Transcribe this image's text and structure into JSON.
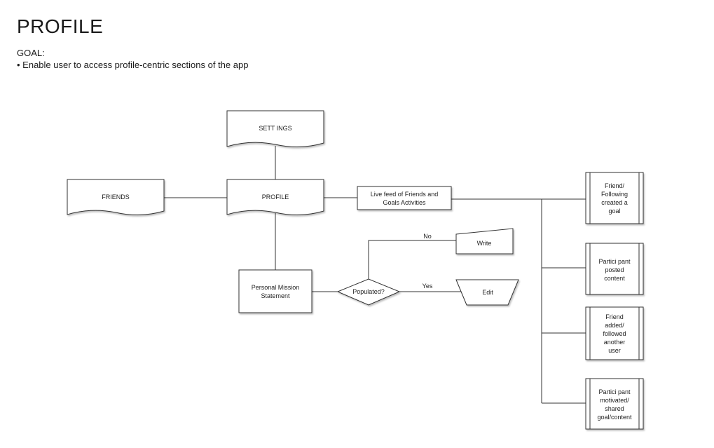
{
  "header": {
    "title": "PROFILE",
    "goal_label": "GOAL:",
    "goal_items": [
      "• Enable user to access profile-centric sections of the app"
    ]
  },
  "nodes": {
    "settings": "SETT INGS",
    "friends": "FRIENDS",
    "profile": "PROFILE",
    "live_feed": [
      "Live feed of Friends and",
      "Goals Activities"
    ],
    "mission": [
      "Personal Mission",
      "Statement"
    ],
    "populated": "Populated?",
    "write": "Write",
    "edit": "Edit",
    "feed_friend_goal": [
      "Friend/",
      "Following",
      "created a",
      "goal"
    ],
    "feed_participant_posted": [
      "Partici pant",
      "posted",
      "content"
    ],
    "feed_friend_added": [
      "Friend",
      "added/",
      "followed",
      "another",
      "user"
    ],
    "feed_participant_motivated": [
      "Partici pant",
      "motivated/",
      "shared",
      "goal/content"
    ]
  },
  "edges": {
    "no_label": "No",
    "yes_label": "Yes"
  }
}
